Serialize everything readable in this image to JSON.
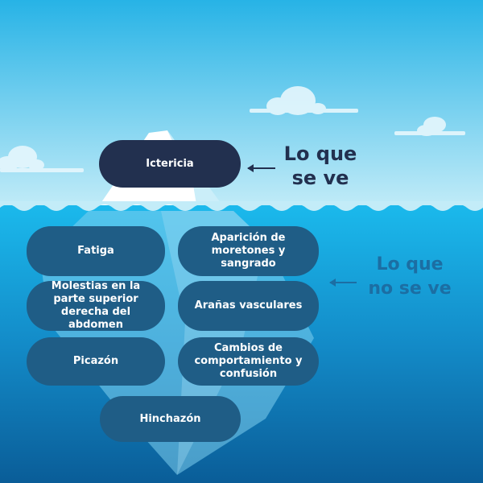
{
  "visible": {
    "items": [
      "Ictericia"
    ],
    "label": "Lo que se ve",
    "label_lines": [
      "Lo que",
      "se ve"
    ]
  },
  "hidden": {
    "items": [
      "Fatiga",
      "Aparición de moretones y sangrado",
      "Molestias en la parte superior derecha del abdomen",
      "Arañas vasculares",
      "Picazón",
      "Cambios de comportamiento y confusión",
      "Hinchazón"
    ],
    "label_lines": [
      "Lo que",
      "no se ve"
    ]
  },
  "colors": {
    "sky_top": "#27b3e6",
    "sky_bottom": "#c3ecf8",
    "water_top": "#1bb9ec",
    "water_bottom": "#0a5d98",
    "visible_pill": "#22304f",
    "hidden_pill": "#1f5d86",
    "visible_label": "#22304f",
    "hidden_label": "#1c6ea3"
  }
}
